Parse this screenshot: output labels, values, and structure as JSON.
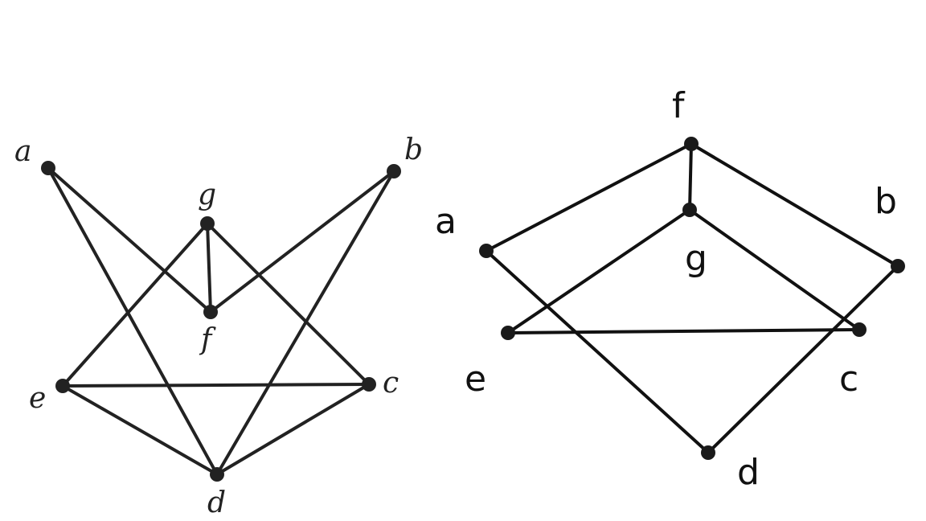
{
  "graphs": [
    {
      "style": "typeset",
      "vertices": [
        "a",
        "b",
        "g",
        "f",
        "e",
        "c",
        "d"
      ],
      "edges": [
        [
          "a",
          "f"
        ],
        [
          "a",
          "d"
        ],
        [
          "b",
          "f"
        ],
        [
          "b",
          "d"
        ],
        [
          "g",
          "f"
        ],
        [
          "g",
          "e"
        ],
        [
          "g",
          "c"
        ],
        [
          "e",
          "c"
        ],
        [
          "e",
          "d"
        ],
        [
          "c",
          "d"
        ]
      ]
    },
    {
      "style": "handwritten",
      "vertices": [
        "f",
        "a",
        "b",
        "g",
        "e",
        "c",
        "d"
      ],
      "edges": [
        [
          "a",
          "f"
        ],
        [
          "f",
          "b"
        ],
        [
          "f",
          "g"
        ],
        [
          "g",
          "e"
        ],
        [
          "g",
          "c"
        ],
        [
          "a",
          "d"
        ],
        [
          "b",
          "d"
        ],
        [
          "e",
          "c"
        ]
      ]
    }
  ]
}
